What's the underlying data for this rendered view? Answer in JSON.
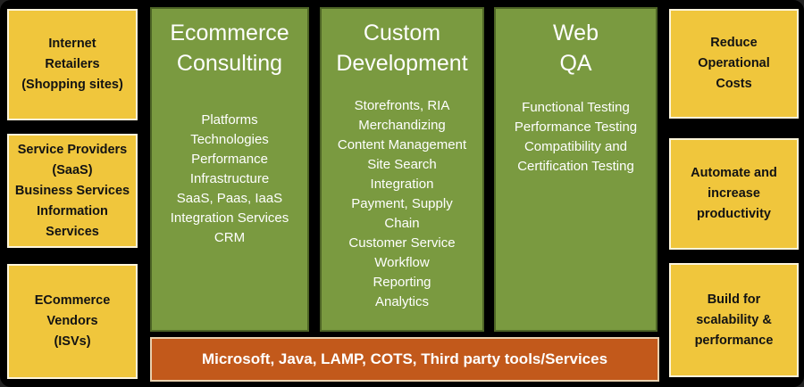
{
  "colors": {
    "background": "#000000",
    "yellow_box": "#F0C63C",
    "yellow_box_border": "#FFFFFF",
    "green_panel": "#7A9A40",
    "green_panel_border": "#4E6526",
    "orange_bar": "#C2591B",
    "orange_bar_border": "#E9D0AE",
    "text_on_green": "#FFFFFF",
    "text_on_yellow": "#131313",
    "text_on_orange": "#FFFFFF"
  },
  "left_boxes": [
    {
      "label": "Internet\nRetailers\n(Shopping sites)"
    },
    {
      "label": "Service Providers\n(SaaS)\nBusiness Services\nInformation\nServices"
    },
    {
      "label": "ECommerce\nVendors\n(ISVs)"
    }
  ],
  "panels": [
    {
      "title": "Ecommerce\nConsulting",
      "items": [
        "Platforms",
        "Technologies",
        "Performance",
        "Infrastructure",
        "SaaS, Paas, IaaS",
        "Integration Services",
        "CRM"
      ]
    },
    {
      "title": "Custom\nDevelopment",
      "items": [
        "Storefronts, RIA",
        "Merchandizing",
        "Content Management",
        "Site Search",
        "Integration",
        "Payment, Supply\nChain",
        "Customer Service",
        "Workflow",
        "Reporting",
        "Analytics"
      ]
    },
    {
      "title": "Web\nQA",
      "items": [
        "Functional Testing",
        "Performance Testing",
        "Compatibility and\nCertification Testing"
      ]
    }
  ],
  "platform_bar": {
    "label": "Microsoft, Java, LAMP, COTS, Third party tools/Services"
  },
  "right_boxes": [
    {
      "label": "Reduce\nOperational\nCosts"
    },
    {
      "label": "Automate and\nincrease\nproductivity"
    },
    {
      "label": "Build for\nscalability &\nperformance"
    }
  ]
}
